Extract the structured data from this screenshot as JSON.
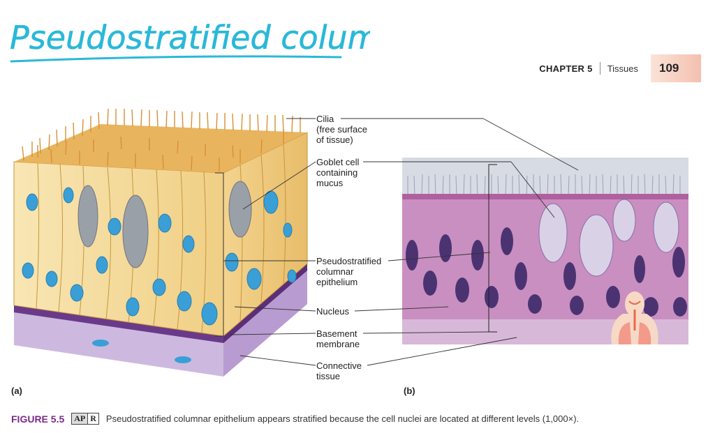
{
  "handwritten_title": "Pseudostratified columnar :",
  "header": {
    "chapter": "CHAPTER 5",
    "section": "Tissues",
    "page_number": "109"
  },
  "labels": {
    "cilia": "Cilia\n(free surface\nof tissue)",
    "goblet": "Goblet cell\ncontaining\nmucus",
    "pseudo": "Pseudostratified\ncolumnar\nepithelium",
    "nucleus": "Nucleus",
    "basement": "Basement\nmembrane",
    "connective": "Connective\ntissue"
  },
  "panels": {
    "a": "(a)",
    "b": "(b)"
  },
  "caption": {
    "figure": "FIGURE 5.5",
    "apr_left": "AP",
    "apr_right": "R",
    "text": "Pseudostratified columnar epithelium appears stratified because the cell nuclei are located at different levels (1,000×)."
  },
  "colors": {
    "handwriting": "#2bb8d8",
    "cilia": "#e0a24a",
    "cell": "#f6dfa6",
    "nucleus": "#3a9fd6",
    "basement": "#6a3a8a",
    "connective": "#c9b6dc",
    "micro_bg": "#c98fc0",
    "micro_nuclei": "#3e2a6a"
  }
}
